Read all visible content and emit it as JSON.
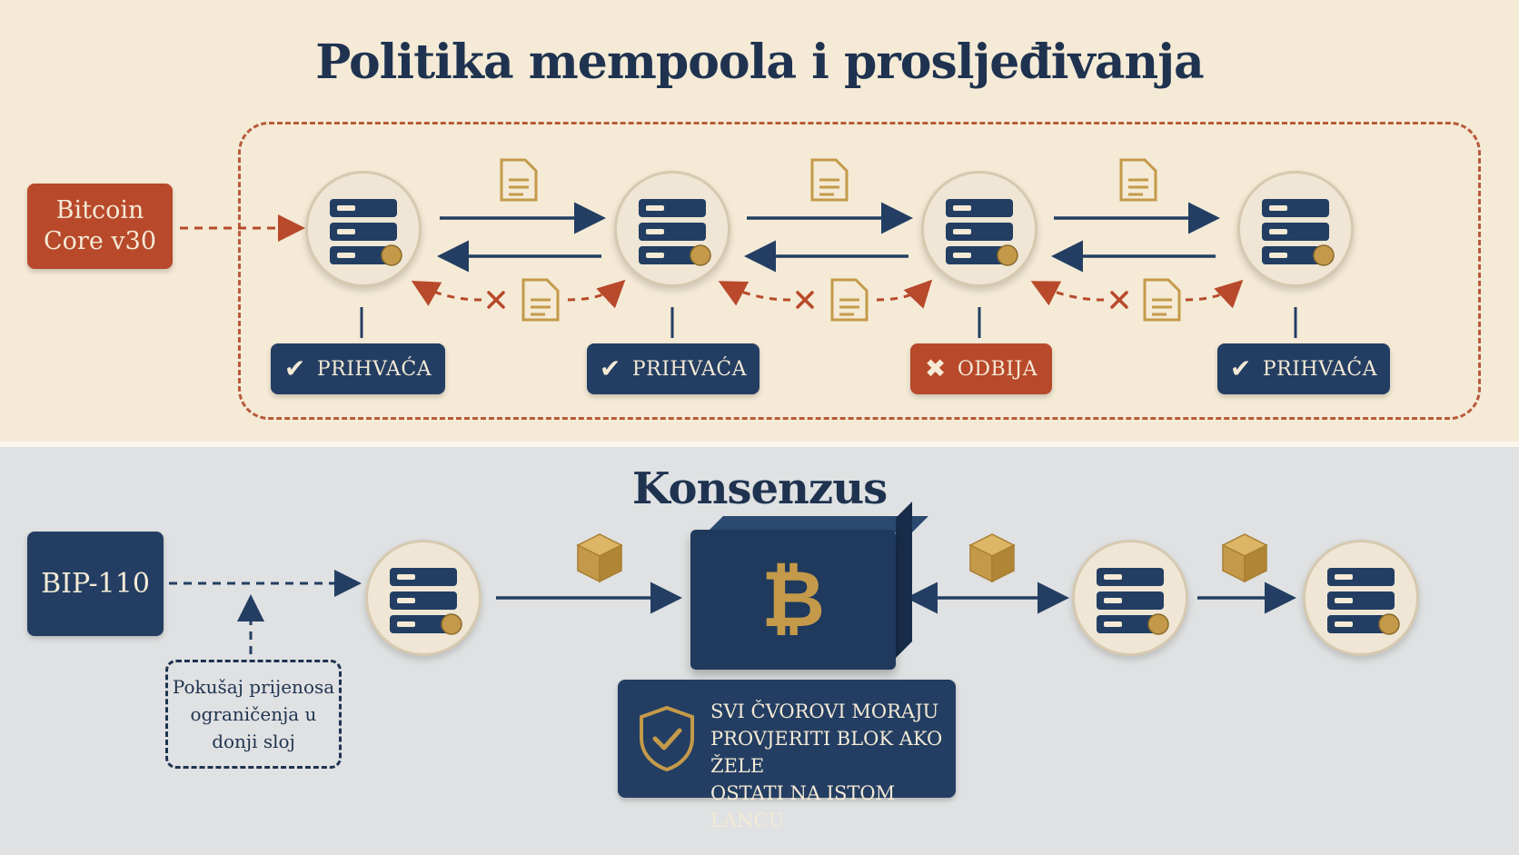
{
  "titles": {
    "policy": "Politika mempoola i prosljeđivanja",
    "consensus": "Konsenzus"
  },
  "policy": {
    "source_label": "Bitcoin Core v30",
    "nodes": [
      {
        "status": "PRIHVAĆA",
        "accepted": true
      },
      {
        "status": "PRIHVAĆA",
        "accepted": true
      },
      {
        "status": "ODBIJA",
        "accepted": false
      },
      {
        "status": "PRIHVAĆA",
        "accepted": true
      }
    ]
  },
  "consensus": {
    "source_label": "BIP-110",
    "attempt_note": "Pokušaj prijenosa\nograničenja u\ndonji sloj",
    "block_symbol": "₿",
    "rule_note": "SVI ČVOROVI MORAJU\nPROVJERITI BLOK AKO ŽELE\nOSTATI NA ISTOM LANCU"
  },
  "colors": {
    "navy": "#233e62",
    "rust": "#b8492b",
    "gold": "#c49a4a",
    "cream": "#f4ead6",
    "grey": "#dfe1e2"
  },
  "icons": [
    "server-icon",
    "document-icon",
    "block-cube-icon",
    "shield-check-icon",
    "checkmark-icon",
    "x-icon"
  ]
}
